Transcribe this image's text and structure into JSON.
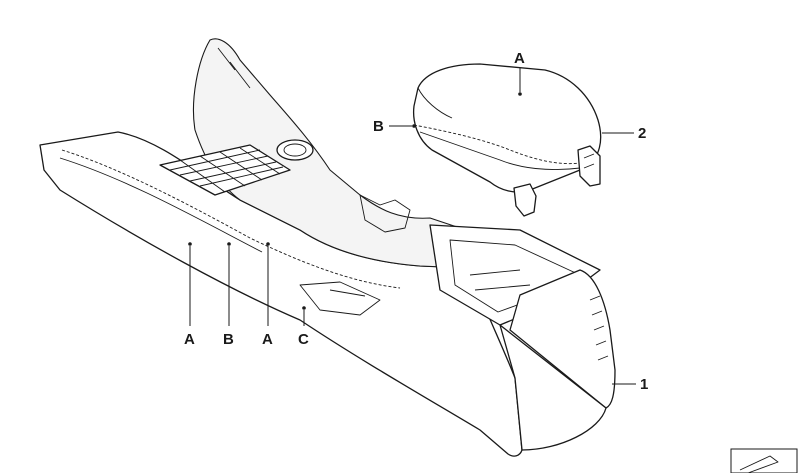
{
  "callouts": {
    "armrest_a": "A",
    "armrest_b": "B",
    "armrest_2": "2",
    "console_a_left": "A",
    "console_b": "B",
    "console_a_right": "A",
    "console_c": "C",
    "console_1": "1"
  },
  "colors": {
    "line": "#1a1a1a",
    "background": "#ffffff"
  }
}
